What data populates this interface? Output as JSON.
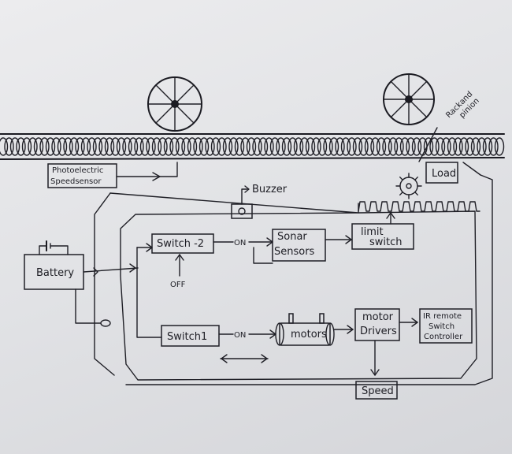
{
  "labels": {
    "photo_sensor_line1": "Photoelectric",
    "photo_sensor_line2": "Speedsensor",
    "rack_pinion_line1": "Rackand",
    "rack_pinion_line2": "pinion",
    "buzzer": "Buzzer",
    "load": "Load",
    "battery": "Battery",
    "switch2": "Switch -2",
    "on_top": "ON",
    "off": "OFF",
    "sonar_line1": "Sonar",
    "sonar_line2": "Sensors",
    "limit_line1": "limit",
    "limit_line2": "switch",
    "switch1": "Switch1",
    "on_bottom": "ON",
    "motors": "motors",
    "driver_line1": "motor",
    "driver_line2": "Drivers",
    "ir_line1": "IR remote",
    "ir_line2": "Switch",
    "ir_line3": "Controller",
    "speed": "Speed"
  },
  "colors": {
    "ink": "#1f1f26",
    "paper": "#e6e7ea"
  }
}
